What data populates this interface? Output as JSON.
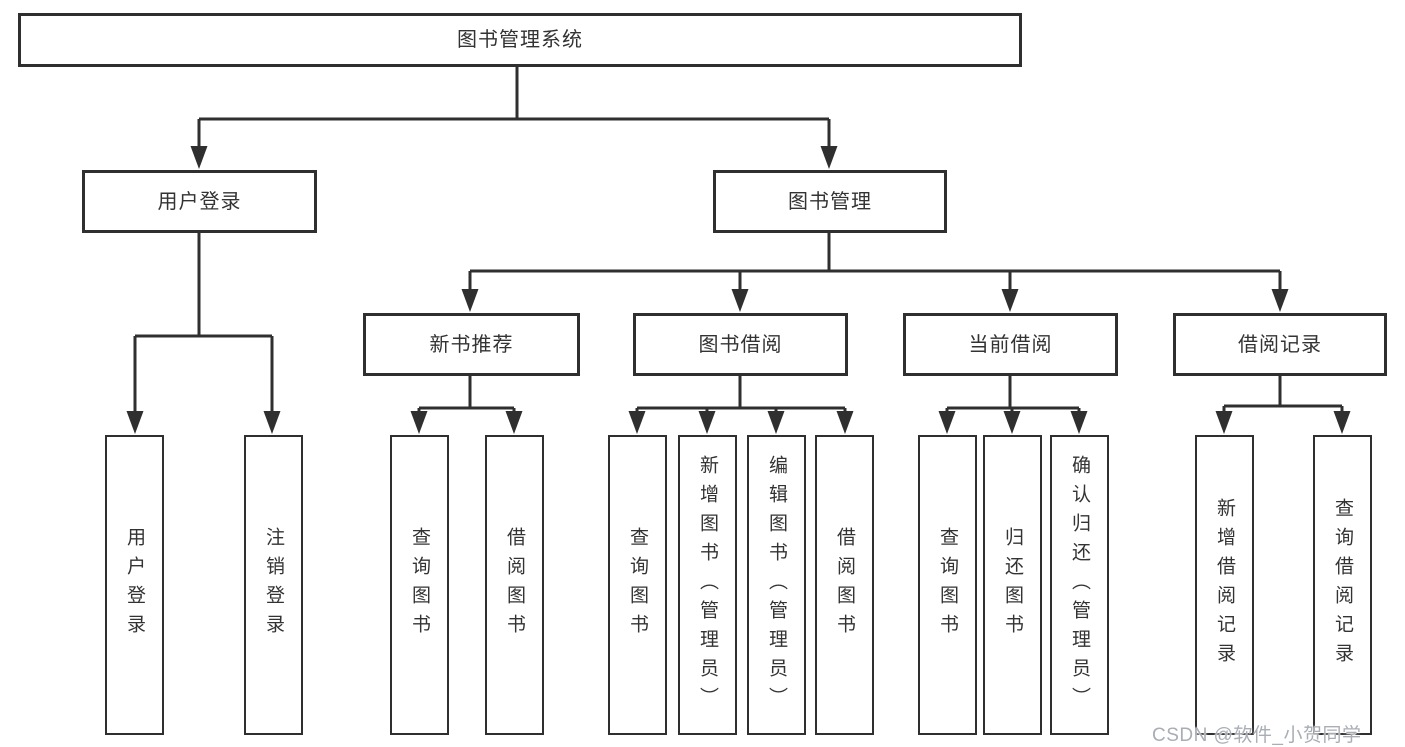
{
  "diagram": {
    "root": {
      "label": "图书管理系统"
    },
    "branches": [
      {
        "label": "用户登录",
        "children": [
          {
            "label": "用户登录"
          },
          {
            "label": "注销登录"
          }
        ]
      },
      {
        "label": "图书管理",
        "children": [
          {
            "label": "新书推荐",
            "children": [
              {
                "label": "查询图书"
              },
              {
                "label": "借阅图书"
              }
            ]
          },
          {
            "label": "图书借阅",
            "children": [
              {
                "label": "查询图书"
              },
              {
                "label": "新增图书（管理员）"
              },
              {
                "label": "编辑图书（管理员）"
              },
              {
                "label": "借阅图书"
              }
            ]
          },
          {
            "label": "当前借阅",
            "children": [
              {
                "label": "查询图书"
              },
              {
                "label": "归还图书"
              },
              {
                "label": "确认归还（管理员）"
              }
            ]
          },
          {
            "label": "借阅记录",
            "children": [
              {
                "label": "新增借阅记录"
              },
              {
                "label": "查询借阅记录"
              }
            ]
          }
        ]
      }
    ]
  },
  "watermark": {
    "text": "CSDN @软件_小贺同学"
  },
  "colors": {
    "line": "#2f2f2f",
    "text": "#333333",
    "watermark": "#a9aeb5",
    "background": "#ffffff"
  }
}
